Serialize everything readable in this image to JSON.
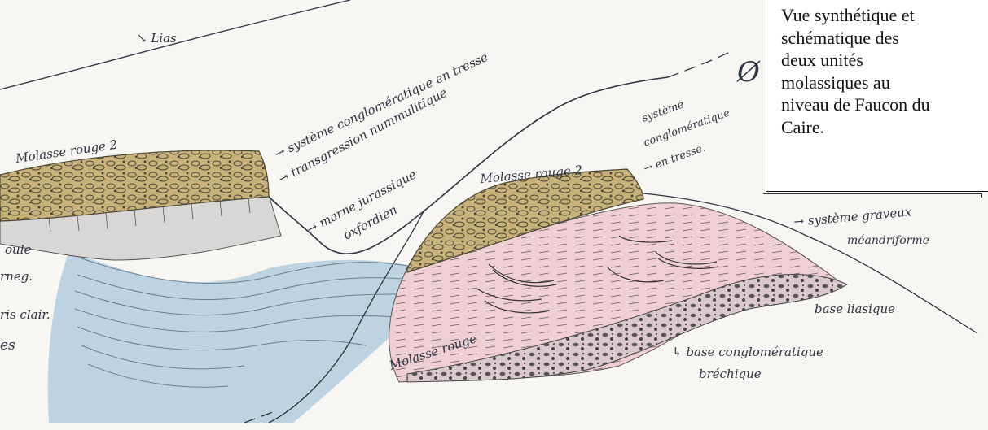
{
  "caption": {
    "text": "Vue synthétique et\nschématique des\ndeux unités\nmolassiques au\nniveau de Faucon du\nCaire."
  },
  "labels": {
    "lias": "↘ Lias",
    "systeme_conglo_top": "→ système conglomératique en tresse",
    "transgression": "→ transgression nummulitique",
    "molasse_rouge2_left": "Molasse rouge 2",
    "marne": "→ marne jurassique",
    "oxfordien": "oxfordien",
    "molasse_rouge2_right": "Molasse rouge 2",
    "syst_conglo_right_1": "système",
    "syst_conglo_right_2": "conglomératique",
    "syst_conglo_right_3": "→ en tresse.",
    "phi": "Ø",
    "graveleux_1": "→ système graveux",
    "graveleux_2": "méandriforme",
    "base_liasique": "base liasique",
    "molasse_rouge": "Molasse rouge",
    "base_conglo_1": "↳ base conglomératique",
    "base_conglo_2": "bréchique",
    "edge_1": "oule",
    "edge_2": "rneg.",
    "edge_3": "ris clair.",
    "edge_4": "es"
  },
  "colors": {
    "paper": "#f7f6f3",
    "pencil": "#2e3340",
    "molasse_ochre": "#c9b27a",
    "marne_grey": "#d9d6d6",
    "blue_limestone": "#a9c7db",
    "pink_molasse": "#f0cfd4"
  }
}
